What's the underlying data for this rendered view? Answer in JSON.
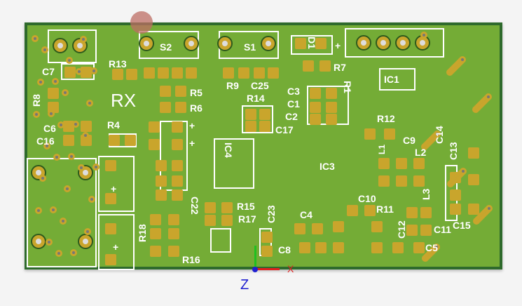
{
  "board": {
    "title_mark": "RX",
    "labels": [
      "C7",
      "R13",
      "S2",
      "S1",
      "D1",
      "R7",
      "IC1",
      "R8",
      "R5",
      "R6",
      "R9",
      "C25",
      "R14",
      "C3",
      "C1",
      "C2",
      "R1",
      "C17",
      "C6",
      "C16",
      "R4",
      "R12",
      "C9",
      "C14",
      "C13",
      "L2",
      "IC4",
      "IC3",
      "L3",
      "C22",
      "C10",
      "R11",
      "R15",
      "R17",
      "C23",
      "R18",
      "C12",
      "C11",
      "C15",
      "C4",
      "C8",
      "C5",
      "R16",
      "L1"
    ],
    "polarity_mark": "+"
  },
  "axes": {
    "x_label": "X",
    "z_label": "Z",
    "x_color": "#e02020",
    "y_color": "#20c020",
    "z_color": "#2020d0"
  },
  "colors": {
    "board": "#74ac36",
    "copper": "#c9a52c",
    "silkscreen": "#ffffff"
  }
}
